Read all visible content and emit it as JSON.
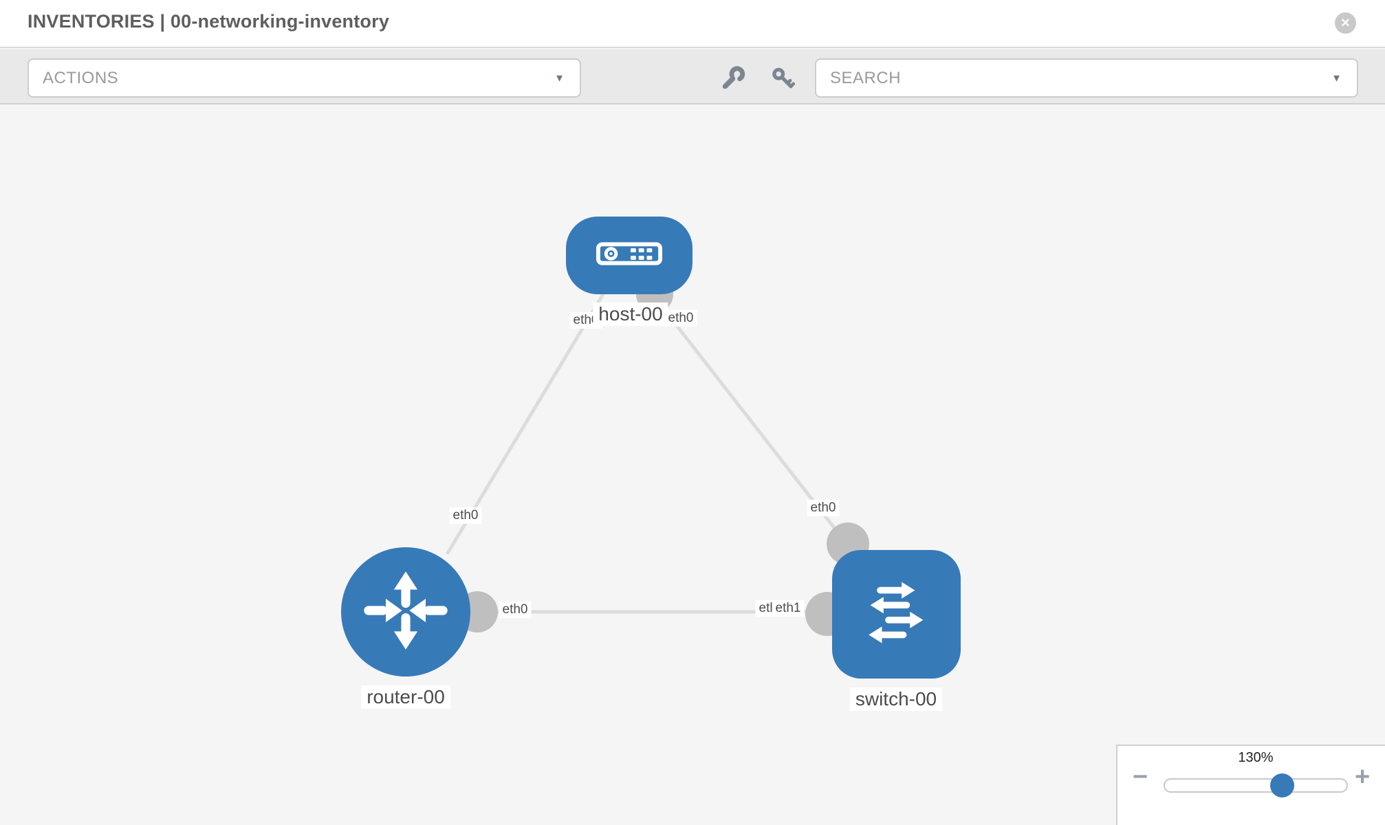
{
  "header": {
    "title": "INVENTORIES | 00-networking-inventory"
  },
  "toolbar": {
    "actions_label": "ACTIONS",
    "search_label": "SEARCH",
    "wrench_icon": "wrench",
    "key_icon": "key"
  },
  "topology": {
    "nodes": [
      {
        "name": "host-00",
        "type": "host"
      },
      {
        "name": "router-00",
        "type": "router"
      },
      {
        "name": "switch-00",
        "type": "switch"
      }
    ],
    "node_labels": {
      "host": "host-00",
      "router": "router-00",
      "switch": "switch-00"
    },
    "interface_labels": {
      "host_router_upper": "eth0",
      "host_left": "eth0",
      "host_right": "eth0",
      "host_switch_lower": "eth0",
      "router_right": "eth0",
      "switch_left_back": "eth1",
      "switch_left_front": "eth1"
    },
    "links": [
      {
        "from": "host-00",
        "to": "router-00"
      },
      {
        "from": "host-00",
        "to": "switch-00"
      },
      {
        "from": "router-00",
        "to": "switch-00"
      }
    ]
  },
  "zoom": {
    "percent": "130%"
  },
  "icons": {
    "close": "✕",
    "caret": "▼",
    "minus": "−",
    "plus": "+"
  },
  "colors": {
    "node_blue": "#377ab8",
    "link_gray": "#dcdcdc",
    "port_gray": "#bfbfbf",
    "toolbar_bg": "#e9e9e9",
    "canvas_bg": "#f5f5f5"
  }
}
